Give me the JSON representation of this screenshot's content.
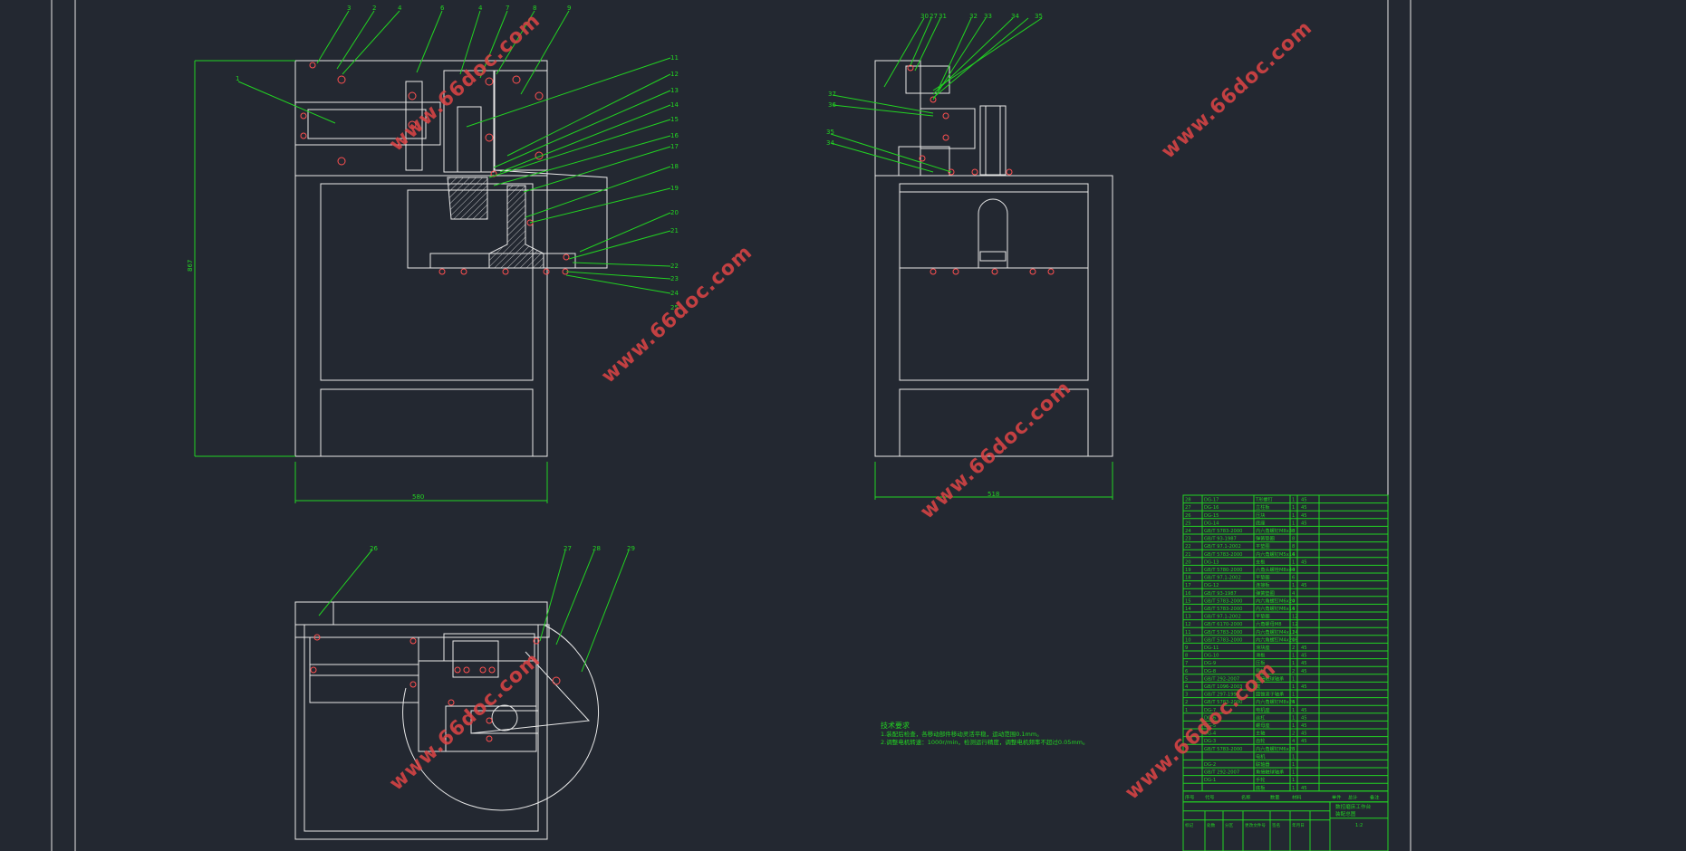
{
  "watermark": "www.66doc.com",
  "front_view": {
    "callouts_top": [
      "3",
      "2",
      "4",
      "6",
      "4",
      "7",
      "8",
      "9"
    ],
    "callout_left": "1",
    "callouts_right": [
      "11",
      "12",
      "13",
      "14",
      "15",
      "16",
      "17",
      "18",
      "19",
      "20",
      "21",
      "22",
      "23",
      "24",
      "25"
    ],
    "dim_height": "867",
    "dim_width": "580"
  },
  "side_view": {
    "callouts_top": [
      "30",
      "27",
      "31",
      "32",
      "33",
      "34",
      "35"
    ],
    "callouts_left": [
      "37",
      "36",
      "35",
      "34"
    ],
    "dim_width": "518"
  },
  "top_view": {
    "callouts": [
      "26",
      "27",
      "28",
      "29"
    ]
  },
  "notes": {
    "title": "技术要求",
    "lines": [
      "1.装配后检查，各移动部件移动灵活平稳，运动范围0.1mm。",
      "2.调整电机转速：1000r/min，检测运行精度，调整电机频率不超过0.05mm。"
    ]
  },
  "bom": {
    "rows": [
      [
        "28",
        "DG-17",
        "T形螺钉",
        "1",
        "45"
      ],
      [
        "27",
        "DG-16",
        "立柱板",
        "1",
        "45"
      ],
      [
        "26",
        "DG-15",
        "压块",
        "1",
        "45"
      ],
      [
        "25",
        "DG-14",
        "底座",
        "1",
        "45"
      ],
      [
        "24",
        "GB/T 5783-2000",
        "内六角螺钉M8x30",
        "8",
        ""
      ],
      [
        "23",
        "GB/T 93-1987",
        "弹簧垫圈",
        "8",
        ""
      ],
      [
        "22",
        "GB/T 97.1-2002",
        "平垫圈",
        "8",
        ""
      ],
      [
        "21",
        "GB/T 5783-2000",
        "内六角螺钉M5x16",
        "4",
        ""
      ],
      [
        "20",
        "DG-13",
        "支板",
        "1",
        "45"
      ],
      [
        "19",
        "GB/T 5780-2000",
        "六角头螺栓M8x40",
        "4",
        ""
      ],
      [
        "18",
        "GB/T 97.1-2002",
        "平垫圈",
        "6",
        ""
      ],
      [
        "17",
        "DG-12",
        "连接板",
        "1",
        "45"
      ],
      [
        "16",
        "GB/T 93-1987",
        "弹簧垫圈",
        "4",
        ""
      ],
      [
        "15",
        "GB/T 5783-2000",
        "内六角螺钉M6x20",
        "4",
        ""
      ],
      [
        "14",
        "GB/T 5783-2000",
        "内六角螺钉M6x16",
        "4",
        ""
      ],
      [
        "13",
        "GB/T 97.1-2002",
        "平垫圈",
        "12",
        ""
      ],
      [
        "12",
        "GB/T 6170-2000",
        "六角螺母M8",
        "12",
        ""
      ],
      [
        "11",
        "GB/T 5783-2000",
        "内六角螺钉M4x12",
        "14",
        ""
      ],
      [
        "10",
        "GB/T 5783-2000",
        "内六角螺钉M4x20",
        "16",
        ""
      ],
      [
        "9",
        "DG-11",
        "滑块座",
        "2",
        "45"
      ],
      [
        "8",
        "DG-10",
        "滑板",
        "1",
        "45"
      ],
      [
        "7",
        "DG-9",
        "压板",
        "1",
        "45"
      ],
      [
        "6",
        "DG-8",
        "导轨",
        "2",
        "45"
      ],
      [
        "5",
        "GB/T 292-2007",
        "角接触球轴承",
        "1",
        ""
      ],
      [
        "4",
        "GB/T 1096-2003",
        "键",
        "1",
        "45"
      ],
      [
        "3",
        "GB/T 297-1994",
        "圆锥滚子轴承",
        "1",
        ""
      ],
      [
        "2",
        "GB/T 5783-2000",
        "内六角螺钉M8x25",
        "4",
        ""
      ],
      [
        "1",
        "DG-7",
        "电机座",
        "1",
        "45"
      ],
      [
        "",
        "DG-6",
        "丝杠",
        "1",
        "45"
      ],
      [
        "",
        "DG-5",
        "螺母座",
        "1",
        "45"
      ],
      [
        "",
        "DG-4",
        "主轴",
        "2",
        "45"
      ],
      [
        "",
        "DG-3",
        "齿轮",
        "4",
        "45"
      ],
      [
        "",
        "GB/T 5783-2000",
        "内六角螺钉M6x25",
        "8",
        ""
      ],
      [
        "",
        "",
        "电机",
        "1",
        ""
      ],
      [
        "",
        "DG-2",
        "联轴器",
        "1",
        ""
      ],
      [
        "",
        "GB/T 292-2007",
        "角接触球轴承",
        "1",
        ""
      ],
      [
        "",
        "DG-1",
        "手轮",
        "1",
        ""
      ],
      [
        "",
        "",
        "底板",
        "1",
        "45"
      ]
    ],
    "header": [
      "序号",
      "代号",
      "名称",
      "数量",
      "材料",
      "单件",
      "总计",
      "备注"
    ],
    "title_block": {
      "title_line1": "数控磨床工作台",
      "title_line2": "装配总图",
      "labels": [
        "标记",
        "处数",
        "分区",
        "更改文件号",
        "签名",
        "年月日"
      ],
      "scale": "1:2"
    }
  }
}
